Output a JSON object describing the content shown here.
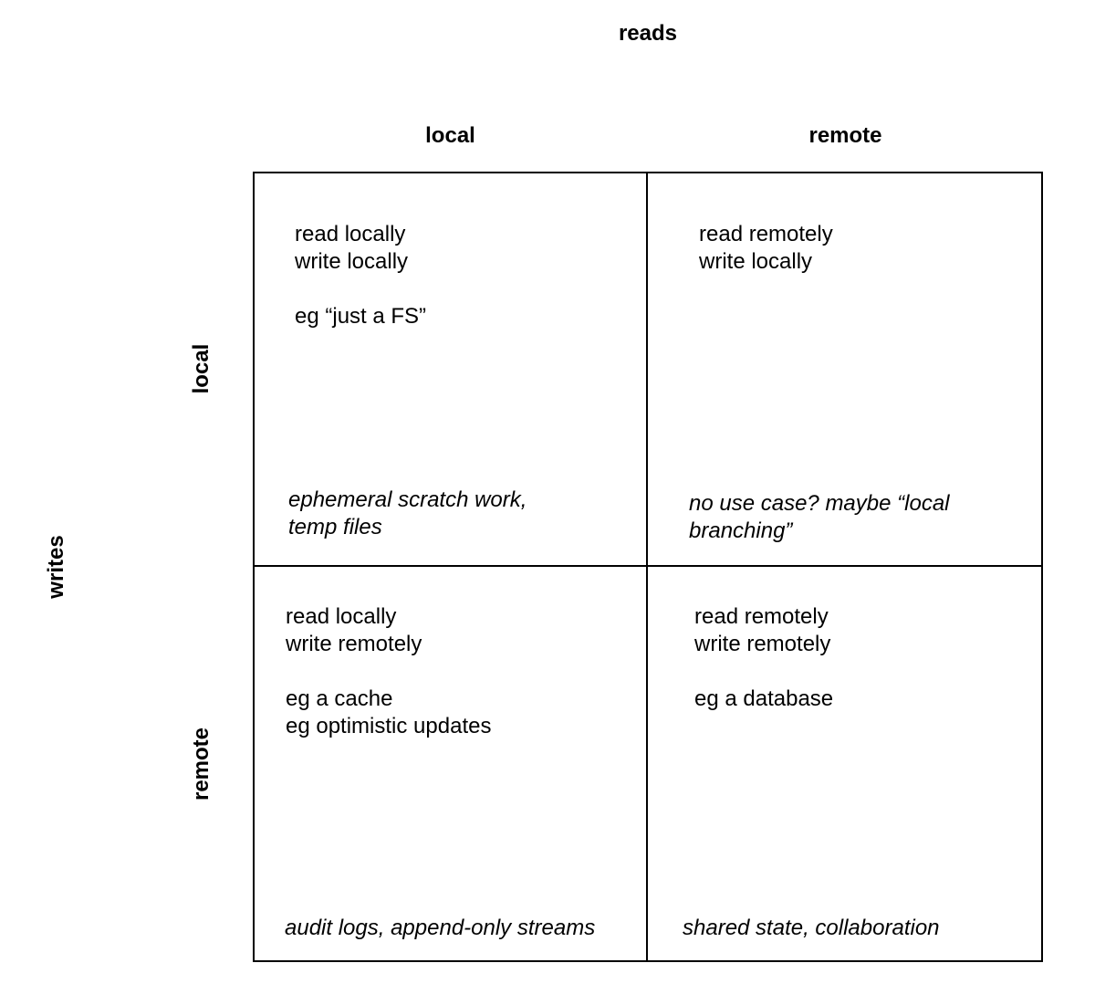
{
  "diagram": {
    "x_axis_title": "reads",
    "y_axis_title": "writes",
    "column_headers": [
      "local",
      "remote"
    ],
    "row_headers": [
      "local",
      "remote"
    ],
    "quadrants": [
      {
        "lines": [
          "read locally",
          "write locally"
        ],
        "examples": [
          "eg “just a FS”"
        ],
        "note": "ephemeral scratch work,\ntemp files"
      },
      {
        "lines": [
          "read remotely",
          "write locally"
        ],
        "examples": [],
        "note": "no use case? maybe “local\nbranching”"
      },
      {
        "lines": [
          "read locally",
          "write remotely"
        ],
        "examples": [
          "eg a cache",
          "eg optimistic updates"
        ],
        "note": "audit logs, append-only streams"
      },
      {
        "lines": [
          "read remotely",
          "write remotely"
        ],
        "examples": [
          "eg a database"
        ],
        "note": "shared state, collaboration"
      }
    ]
  }
}
